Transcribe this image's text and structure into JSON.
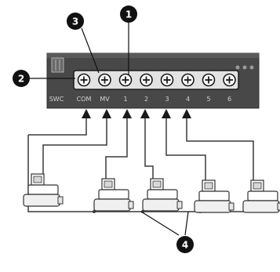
{
  "controller": {
    "name": "irrigation-controller",
    "terminal_labels": [
      "SWC",
      "COM",
      "MV",
      "1",
      "2",
      "3",
      "4",
      "5",
      "6"
    ],
    "terminal_count": 8
  },
  "callouts": [
    "1",
    "2",
    "3",
    "4"
  ],
  "valves": {
    "count": 5
  },
  "colors": {
    "panel": "#484848",
    "strip": "#e2e2e2",
    "wire": "#3a3a3a",
    "callout": "#111111",
    "background": "#ffffff"
  }
}
